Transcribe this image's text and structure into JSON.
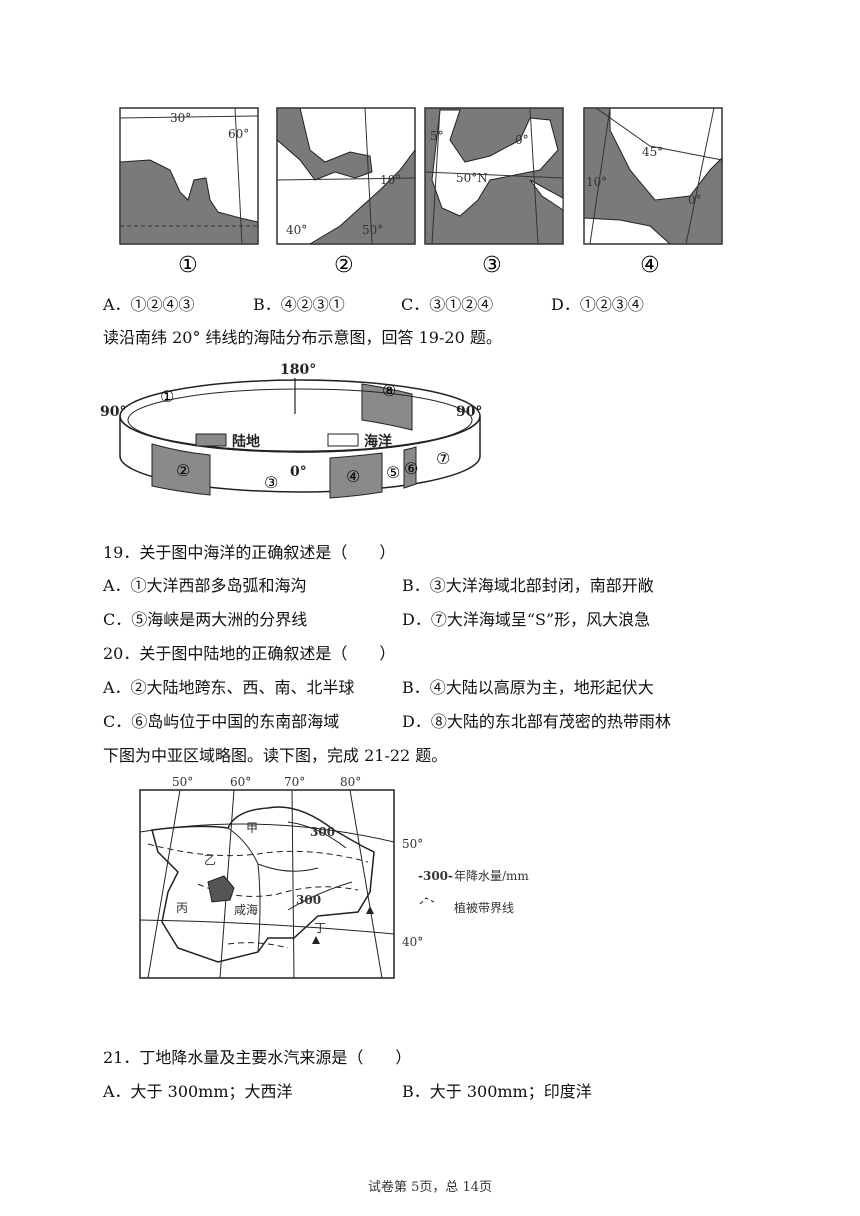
{
  "maps_top": {
    "labels": [
      "①",
      "②",
      "③",
      "④"
    ],
    "map1": {
      "lat": "30°",
      "lon": "60°"
    },
    "map2": {
      "lat": "10°",
      "lon_a": "40°",
      "lon_b": "50°"
    },
    "map3": {
      "lon_a": "5°",
      "lon_b": "0°",
      "lat": "50°N"
    },
    "map4": {
      "lat": "45°",
      "lon_a": "10°",
      "lon_b": "0°"
    }
  },
  "q18_options": [
    "A．①②④③",
    "B．④②③①",
    "C．③①②④",
    "D．①②③④"
  ],
  "intro_19_20": "读沿南纬 20° 纬线的海陆分布示意图，回答 19-20 题。",
  "ring_diagram": {
    "top": "180°",
    "left": "90°",
    "right": "90°",
    "center": "0°",
    "legend_land": "陆地",
    "legend_ocean": "海洋",
    "markers": [
      "①",
      "②",
      "③",
      "④",
      "⑤",
      "⑥",
      "⑦",
      "⑧"
    ]
  },
  "q19": {
    "stem": "19．关于图中海洋的正确叙述是（　　）",
    "A": "A．①大洋西部多岛弧和海沟",
    "B": "B．③大洋海域北部封闭，南部开敞",
    "C": "C．⑤海峡是两大洲的分界线",
    "D": "D．⑦大洋海域呈“S”形，风大浪急"
  },
  "q20": {
    "stem": "20．关于图中陆地的正确叙述是（　　）",
    "A": "A．②大陆地跨东、西、南、北半球",
    "B": "B．④大陆以高原为主，地形起伏大",
    "C": "C．⑥岛屿位于中国的东南部海域",
    "D": "D．⑧大陆的东北部有茂密的热带雨林"
  },
  "intro_21_22": "下图为中亚区域略图。读下图，完成 21-22 题。",
  "central_asia_map": {
    "lon_labels": [
      "50°",
      "60°",
      "70°",
      "80°"
    ],
    "lat_labels": [
      "50°",
      "40°"
    ],
    "places": {
      "jia": "甲",
      "yi": "乙",
      "bing": "丙",
      "ding": "丁",
      "sea": "咸海"
    },
    "isohyet": "300",
    "legend_isohyet_value": "-300-",
    "legend_isohyet": "年降水量/mm",
    "legend_veg": "植被带界线"
  },
  "q21": {
    "stem": "21．丁地降水量及主要水汽来源是（　　）",
    "A": "A．大于 300mm；大西洋",
    "B": "B．大于 300mm；印度洋"
  },
  "footer": "试卷第 5页，总 14页"
}
